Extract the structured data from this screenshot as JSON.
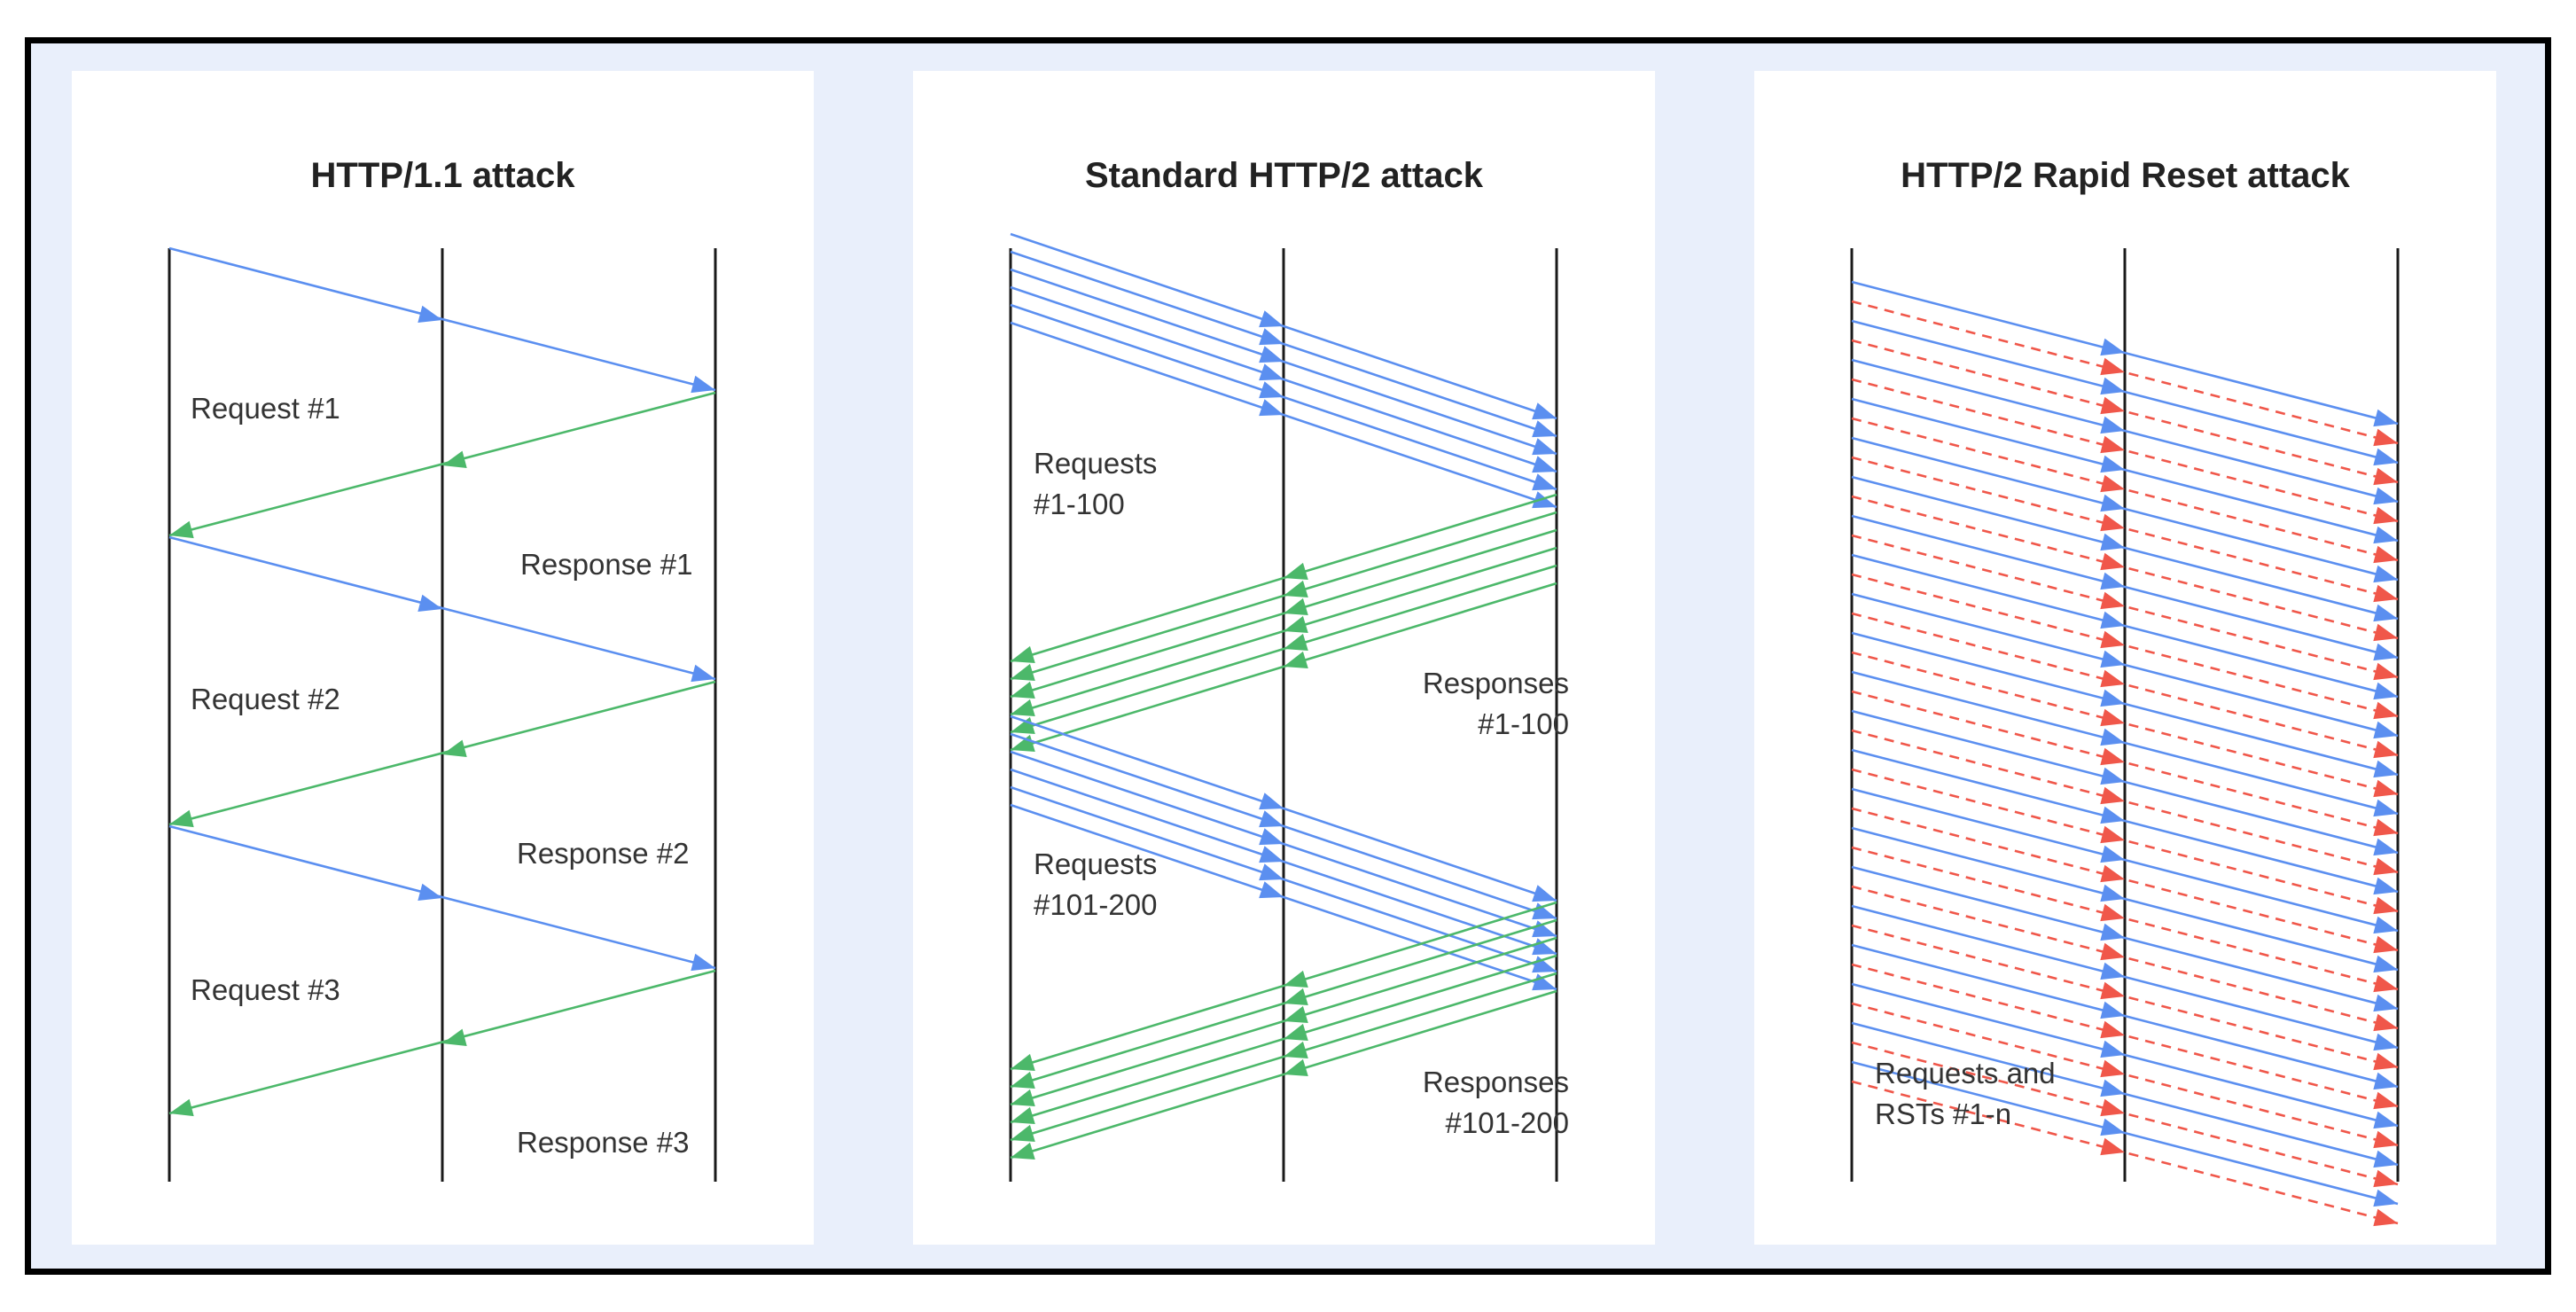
{
  "panels": [
    {
      "title": "HTTP/1.1 attack",
      "labels": {
        "request_1": "Request #1",
        "response_1": "Response #1",
        "request_2": "Request #2",
        "response_2": "Response #2",
        "request_3": "Request #3",
        "response_3": "Response #3"
      }
    },
    {
      "title": "Standard HTTP/2 attack",
      "labels": {
        "requests_1_100": "Requests\n#1-100",
        "responses_1_100": "Responses\n#1-100",
        "requests_101_200": "Requests\n#101-200",
        "responses_101_200": "Responses\n#101-200"
      }
    },
    {
      "title": "HTTP/2 Rapid Reset attack",
      "labels": {
        "requests_and_rsts": "Requests and\nRSTs #1-n"
      }
    }
  ],
  "colors": {
    "request": "#5b8ff0",
    "response": "#4cb86a",
    "reset": "#f0574a",
    "lifeline": "#1a1a1a",
    "frame_bg": "#e9effb"
  }
}
